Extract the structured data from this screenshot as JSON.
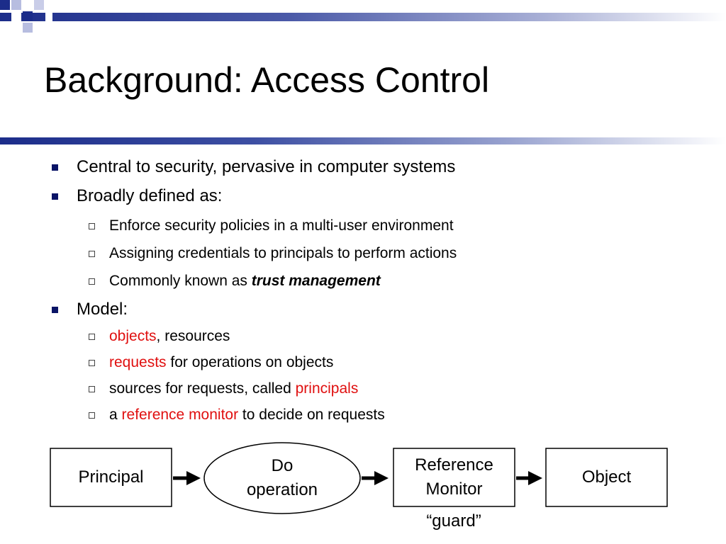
{
  "slide": {
    "title": "Background: Access Control",
    "bullets": [
      {
        "text": "Central to security, pervasive in computer systems"
      },
      {
        "text": "Broadly defined as:"
      },
      {
        "text": "Enforce security policies in a multi-user environment"
      },
      {
        "text": "Assigning credentials to principals to perform actions"
      },
      {
        "pre": "Commonly known as ",
        "emph": "trust management"
      },
      {
        "text": "Model:"
      },
      {
        "hl": "objects",
        "post": ", resources"
      },
      {
        "hl": "requests",
        "post": " for operations on objects"
      },
      {
        "pre": "sources for requests, called ",
        "hl": "principals"
      },
      {
        "pre": "a ",
        "hl": "reference monitor",
        "post": " to decide on requests"
      }
    ],
    "diagram": {
      "principal": "Principal",
      "do_operation_line1": "Do",
      "do_operation_line2": "operation",
      "reference_monitor_line1": "Reference",
      "reference_monitor_line2": "Monitor",
      "object": "Object",
      "guard_caption": "“guard”"
    }
  },
  "colors": {
    "accent_navy": "#1c2d8a",
    "highlight_red": "#e01010"
  }
}
